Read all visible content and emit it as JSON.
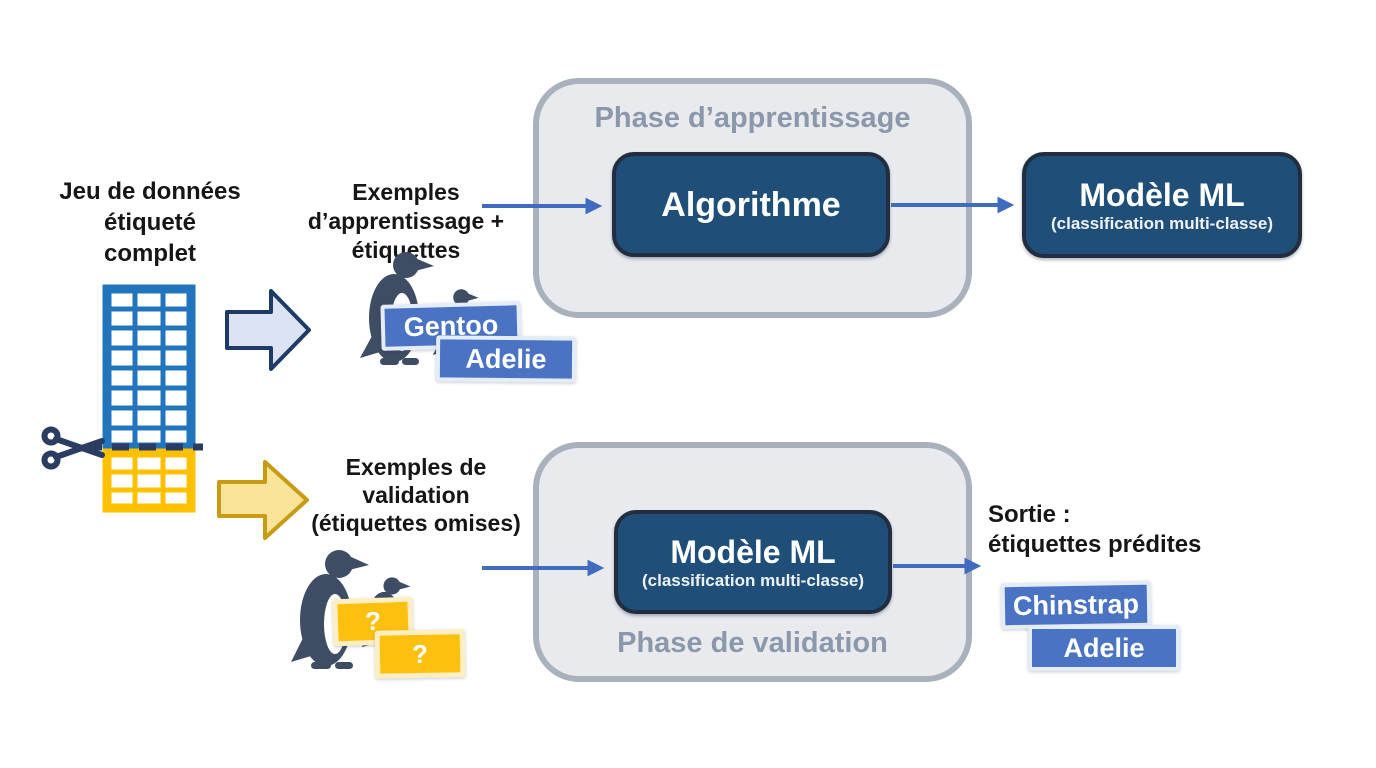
{
  "labels": {
    "dataset": [
      "Jeu de données",
      "étiqueté",
      "complet"
    ],
    "training_examples": [
      "Exemples",
      "d’apprentissage +",
      "étiquettes"
    ],
    "validation_examples": [
      "Exemples de",
      "validation",
      "(étiquettes omises)"
    ],
    "output_heading": [
      "Sortie :",
      "étiquettes prédites"
    ]
  },
  "training_phase": {
    "title": "Phase d’apprentissage",
    "algorithm_label": "Algorithme"
  },
  "ml_model_top": {
    "title": "Modèle ML",
    "subtitle": "(classification multi-classe)"
  },
  "validation_phase": {
    "title": "Phase de validation",
    "model_title": "Modèle ML",
    "model_subtitle": "(classification multi-classe)"
  },
  "training_tags": [
    "Gentoo",
    "Adelie"
  ],
  "validation_tags": [
    "?",
    "?"
  ],
  "output_tags": [
    "Chinstrap",
    "Adelie"
  ],
  "icons": {
    "scissors": "scissors-icon",
    "penguin": "penguin-icon",
    "cut_line": "dashed-cut-line",
    "full_table": "full-dataset-table-icon",
    "validation_table": "validation-subset-table-icon",
    "block_arrow": "block-arrow-right-icon",
    "flow_arrow": "flow-arrow-right-icon"
  },
  "colors": {
    "dark_box": "#1f4f78",
    "phase_box_fill": "#e9eaee",
    "phase_box_border": "#a9b1bd",
    "phase_title": "#8b98ab",
    "flow_arrow_blue": "#3f6bc1",
    "tag_blue": "#4a73c4",
    "tag_yellow": "#fec00f",
    "table_blue": "#2274bd",
    "table_yellow": "#ffc000",
    "block_arrow_blue_fill": "#dce3f2",
    "block_arrow_blue_stroke": "#1e3a66",
    "block_arrow_yellow_fill": "#fae49a",
    "block_arrow_yellow_stroke": "#c89b15",
    "penguin": "#3e4d63",
    "cut_line": "#2a3c62",
    "label_text": "#161616"
  }
}
